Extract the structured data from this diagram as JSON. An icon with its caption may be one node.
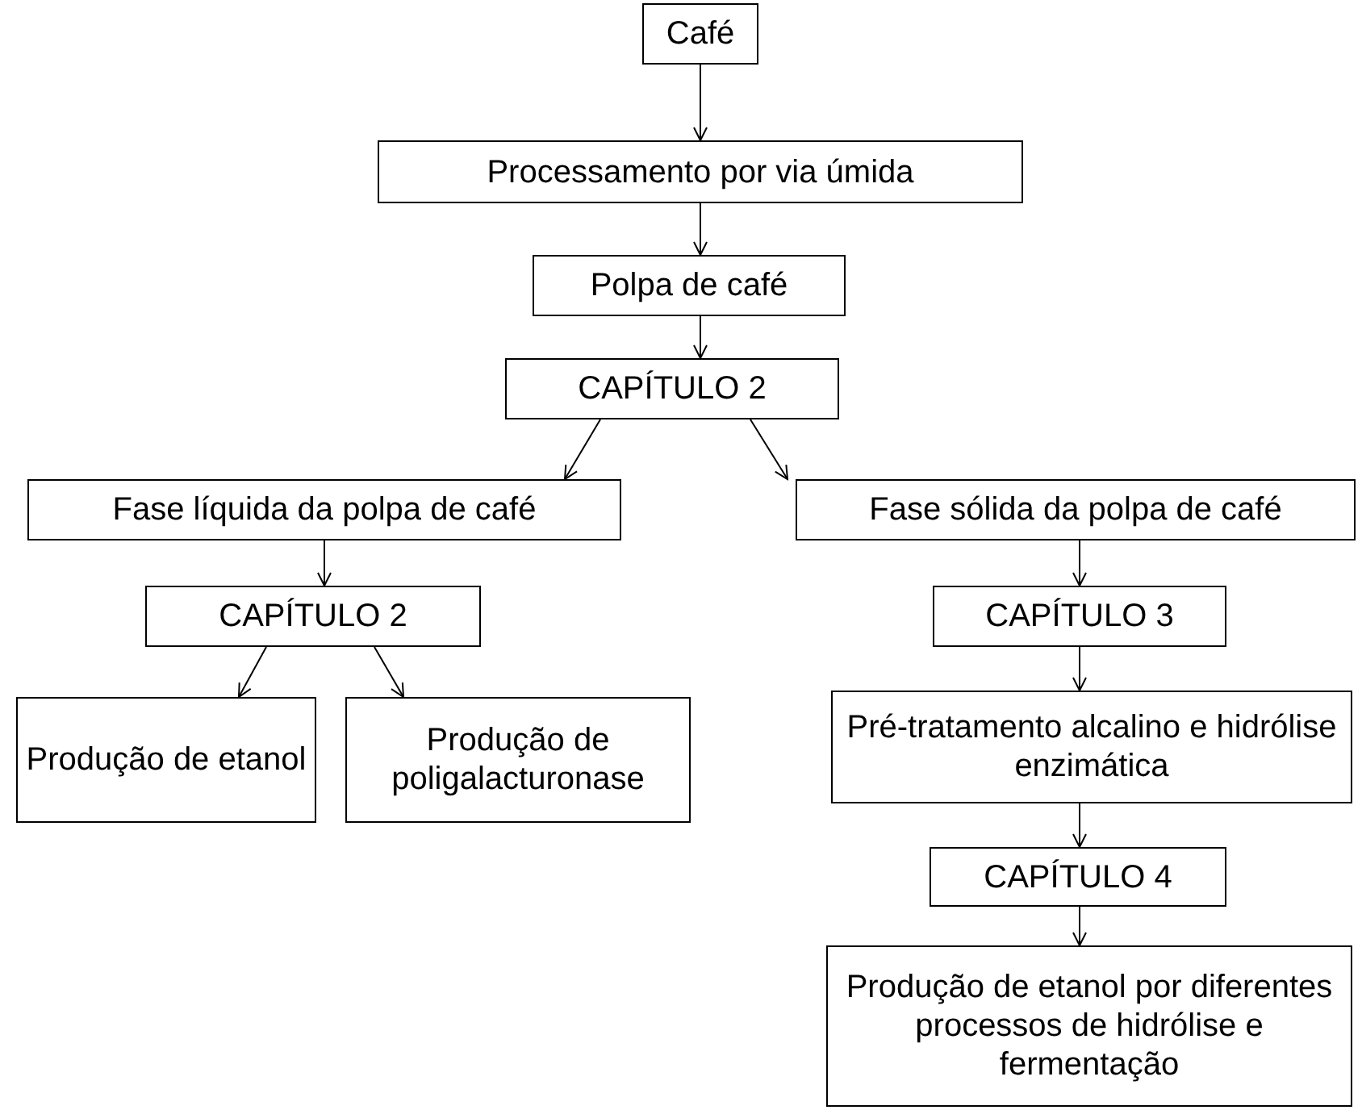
{
  "diagram": {
    "nodes": [
      {
        "text": [
          "Café"
        ]
      },
      {
        "text": [
          "Processamento por via úmida"
        ]
      },
      {
        "text": [
          "Polpa de café"
        ]
      },
      {
        "text": [
          "CAPÍTULO 2"
        ]
      },
      {
        "text": [
          "Fase líquida da polpa de café"
        ]
      },
      {
        "text": [
          "Fase sólida da polpa de café"
        ]
      },
      {
        "text": [
          "CAPÍTULO 2"
        ]
      },
      {
        "text": [
          "Produção de etanol"
        ]
      },
      {
        "text": [
          "Produção de poligalacturonase"
        ]
      },
      {
        "text": [
          "CAPÍTULO 3"
        ]
      },
      {
        "text": [
          "Pré-tratamento alcalino e hidrólise enzimática"
        ]
      },
      {
        "text": [
          "CAPÍTULO 4"
        ]
      },
      {
        "text": [
          "Produção de etanol por diferentes processos de hidrólise e fermentação"
        ]
      }
    ],
    "edges": [
      {
        "from": 0,
        "to": 1,
        "arrow": "to"
      },
      {
        "from": 1,
        "to": 2,
        "arrow": "to"
      },
      {
        "from": 2,
        "to": 3,
        "arrow": "to"
      },
      {
        "from": 3,
        "to": 4,
        "arrow": "to"
      },
      {
        "from": 3,
        "to": 5,
        "arrow": "to"
      },
      {
        "from": 4,
        "to": 6,
        "arrow": "to"
      },
      {
        "from": 6,
        "to": 7,
        "arrow": "to"
      },
      {
        "from": 6,
        "to": 8,
        "arrow": "to"
      },
      {
        "from": 5,
        "to": 9,
        "arrow": "to"
      },
      {
        "from": 9,
        "to": 10,
        "arrow": "to"
      },
      {
        "from": 10,
        "to": 11,
        "arrow": "to"
      },
      {
        "from": 11,
        "to": 12,
        "arrow": "to"
      }
    ]
  }
}
